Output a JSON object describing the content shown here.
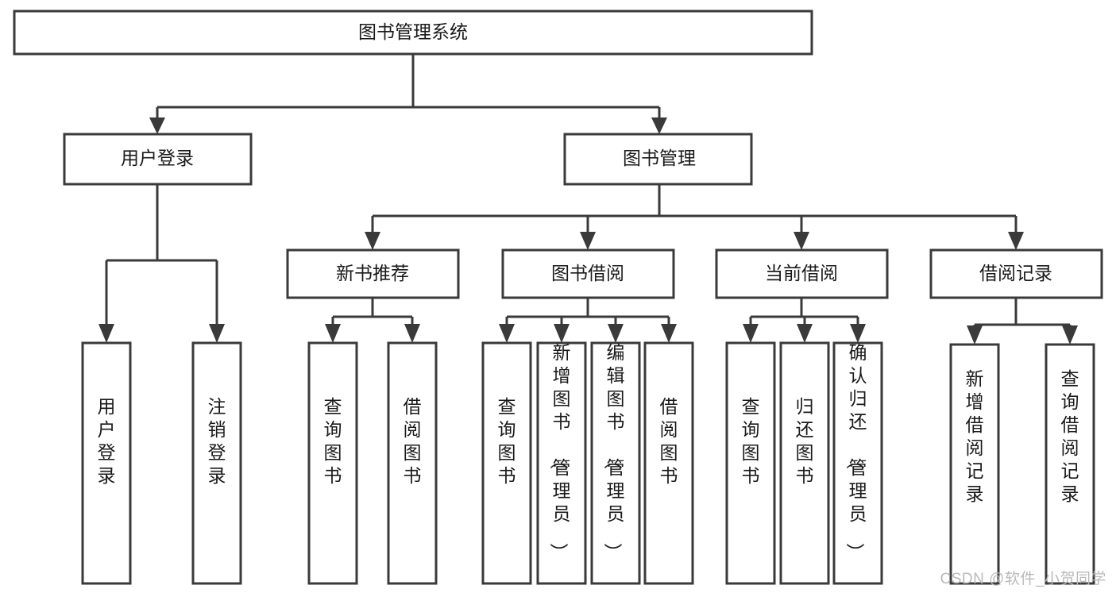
{
  "diagram": {
    "type": "hierarchy-tree",
    "title": "图书管理系统",
    "watermark": "CSDN @软件_小贺同学",
    "colors": {
      "stroke": "#3a3a3a",
      "fill": "#ffffff",
      "text": "#1a1a1a",
      "watermark": "#b9b9b9"
    },
    "levels": [
      {
        "level": 1,
        "nodes": [
          {
            "id": "root",
            "label": "图书管理系统",
            "orientation": "horizontal"
          }
        ]
      },
      {
        "level": 2,
        "nodes": [
          {
            "id": "login",
            "label": "用户登录",
            "orientation": "horizontal",
            "parent": "root"
          },
          {
            "id": "bookmgmt",
            "label": "图书管理",
            "orientation": "horizontal",
            "parent": "root"
          }
        ]
      },
      {
        "level": 3,
        "nodes": [
          {
            "id": "newbook",
            "label": "新书推荐",
            "orientation": "horizontal",
            "parent": "bookmgmt"
          },
          {
            "id": "borrow",
            "label": "图书借阅",
            "orientation": "horizontal",
            "parent": "bookmgmt"
          },
          {
            "id": "current",
            "label": "当前借阅",
            "orientation": "horizontal",
            "parent": "bookmgmt"
          },
          {
            "id": "records",
            "label": "借阅记录",
            "orientation": "horizontal",
            "parent": "bookmgmt"
          }
        ]
      },
      {
        "level": 4,
        "nodes": [
          {
            "id": "login-1",
            "label": "用户登录",
            "orientation": "vertical",
            "parent": "login"
          },
          {
            "id": "login-2",
            "label": "注销登录",
            "orientation": "vertical",
            "parent": "login"
          },
          {
            "id": "newbook-1",
            "label": "查询图书",
            "orientation": "vertical",
            "parent": "newbook"
          },
          {
            "id": "newbook-2",
            "label": "借阅图书",
            "orientation": "vertical",
            "parent": "newbook"
          },
          {
            "id": "borrow-1",
            "label": "查询图书",
            "orientation": "vertical",
            "parent": "borrow"
          },
          {
            "id": "borrow-2",
            "label": "新增图书（管理员）",
            "orientation": "vertical",
            "parent": "borrow"
          },
          {
            "id": "borrow-3",
            "label": "编辑图书（管理员）",
            "orientation": "vertical",
            "parent": "borrow"
          },
          {
            "id": "borrow-4",
            "label": "借阅图书",
            "orientation": "vertical",
            "parent": "borrow"
          },
          {
            "id": "current-1",
            "label": "查询图书",
            "orientation": "vertical",
            "parent": "current"
          },
          {
            "id": "current-2",
            "label": "归还图书",
            "orientation": "vertical",
            "parent": "current"
          },
          {
            "id": "current-3",
            "label": "确认归还（管理员）",
            "orientation": "vertical",
            "parent": "current"
          },
          {
            "id": "records-1",
            "label": "新增借阅记录",
            "orientation": "vertical",
            "parent": "records"
          },
          {
            "id": "records-2",
            "label": "查询借阅记录",
            "orientation": "vertical",
            "parent": "records"
          }
        ]
      }
    ]
  }
}
